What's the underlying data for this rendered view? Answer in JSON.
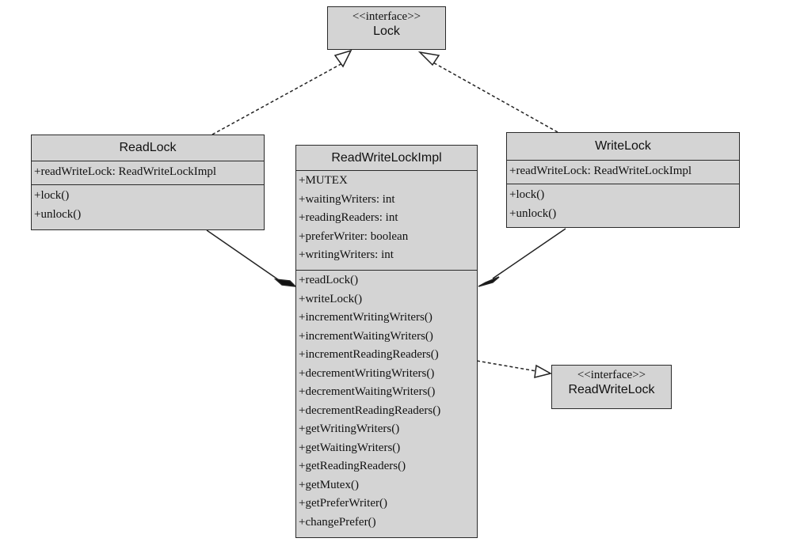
{
  "lock_interface": {
    "stereotype": "<<interface>>",
    "name": "Lock"
  },
  "read_write_lock_interface": {
    "stereotype": "<<interface>>",
    "name": "ReadWriteLock"
  },
  "read_lock": {
    "name": "ReadLock",
    "attributes": [
      "+readWriteLock: ReadWriteLockImpl"
    ],
    "operations": [
      "+lock()",
      "+unlock()"
    ]
  },
  "write_lock": {
    "name": "WriteLock",
    "attributes": [
      "+readWriteLock: ReadWriteLockImpl"
    ],
    "operations": [
      "+lock()",
      "+unlock()"
    ]
  },
  "read_write_lock_impl": {
    "name": "ReadWriteLockImpl",
    "attributes": [
      "+MUTEX",
      "+waitingWriters: int",
      "+readingReaders: int",
      "+preferWriter: boolean",
      "+writingWriters: int"
    ],
    "operations": [
      "+readLock()",
      "+writeLock()",
      "+incrementWritingWriters()",
      "+incrementWaitingWriters()",
      "+incrementReadingReaders()",
      "+decrementWritingWriters()",
      "+decrementWaitingWriters()",
      "+decrementReadingReaders()",
      "+getWritingWriters()",
      "+getWaitingWriters()",
      "+getReadingReaders()",
      "+getMutex()",
      "+getPreferWriter()",
      "+changePrefer()"
    ]
  }
}
